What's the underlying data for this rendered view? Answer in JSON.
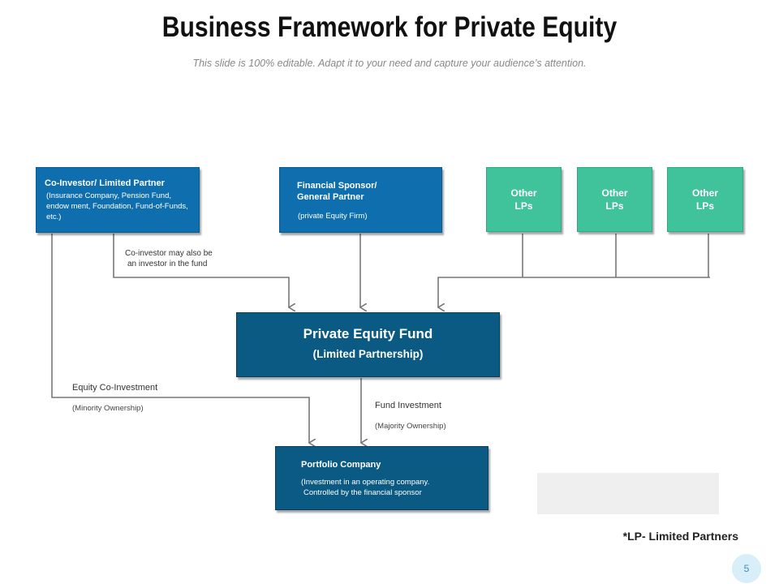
{
  "header": {
    "title": "Business Framework for Private Equity",
    "subtitle": "This slide is 100% editable. Adapt it to your need and capture your audience’s attention."
  },
  "nodes": {
    "co_investor": {
      "heading": "Co-Investor/ Limited Partner",
      "detail": "(Insurance Company, Pension Fund, endow ment, Foundation, Fund-of-Funds, etc.)"
    },
    "sponsor": {
      "heading_line1": "Financial Sponsor/",
      "heading_line2": "General Partner",
      "detail": "(private Equity Firm)"
    },
    "other_lps": [
      {
        "line1": "Other",
        "line2": "LPs"
      },
      {
        "line1": "Other",
        "line2": "LPs"
      },
      {
        "line1": "Other",
        "line2": "LPs"
      }
    ],
    "fund": {
      "title": "Private Equity Fund",
      "subtitle": "(Limited Partnership)"
    },
    "portfolio": {
      "heading": "Portfolio Company",
      "detail_line1": "(Investment in an operating company.",
      "detail_line2": "Controlled by the financial sponsor"
    }
  },
  "edge_labels": {
    "co_invest_note_line1": "Co-investor may also be",
    "co_invest_note_line2": "an investor in the fund",
    "equity_coinvest": "Equity Co-Investment",
    "equity_coinvest_sub": "(Minority Ownership)",
    "fund_investment": "Fund Investment",
    "fund_investment_sub": "(Majority Ownership)"
  },
  "footer": {
    "footnote": "*LP- Limited Partners",
    "page_number": "5"
  },
  "colors": {
    "blue_box": "#0f6fae",
    "dark_box": "#0b5a84",
    "green_box": "#40c39a",
    "connector": "#777777"
  }
}
